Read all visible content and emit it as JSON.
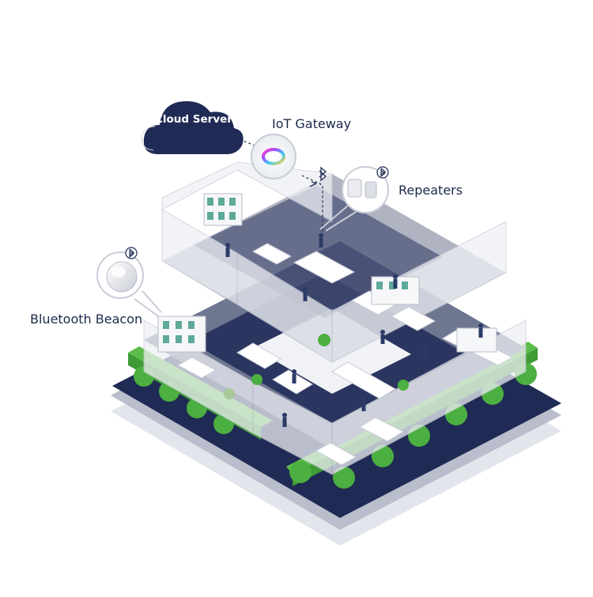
{
  "labels": {
    "cloud_server": "Cloud Server",
    "iot_gateway": "IoT Gateway",
    "repeaters": "Repeaters",
    "bluetooth_beacon": "Bluetooth Beacon"
  },
  "colors": {
    "navy": "#1f2b54",
    "floor_gray": "#6f7690",
    "base_light": "#b9bdcc",
    "hedge_green": "#5bbd4a",
    "hedge_dark": "#3f9b36",
    "wall_glass": "#eef0f4",
    "label_text": "#1b2a4a"
  },
  "icons": [
    "cloud-icon",
    "gateway-device-icon",
    "repeater-device-icon",
    "bluetooth-beacon-icon",
    "bluetooth-icon"
  ]
}
